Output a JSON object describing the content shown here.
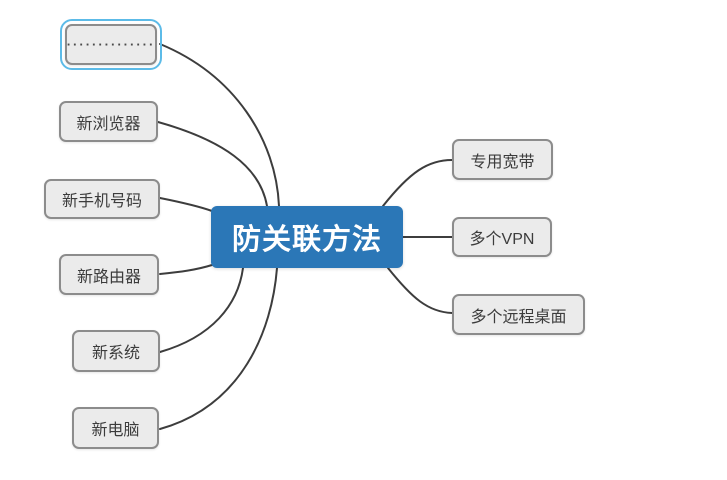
{
  "diagram": {
    "type": "mindmap",
    "center": {
      "label": "防关联方法"
    },
    "left_nodes": [
      {
        "label": "··············",
        "selected": true
      },
      {
        "label": "新浏览器",
        "selected": false
      },
      {
        "label": "新手机号码",
        "selected": false
      },
      {
        "label": "新路由器",
        "selected": false
      },
      {
        "label": "新系统",
        "selected": false
      },
      {
        "label": "新电脑",
        "selected": false
      }
    ],
    "right_nodes": [
      {
        "label": "专用宽带",
        "selected": false
      },
      {
        "label": "多个VPN",
        "selected": false
      },
      {
        "label": "多个远程桌面",
        "selected": false
      }
    ],
    "colors": {
      "center_bg": "#2b77b7",
      "center_text": "#ffffff",
      "node_bg": "#ebebeb",
      "node_border": "#8c8c8c",
      "node_text": "#3c3c3c",
      "connector": "#3d3d3d",
      "selection_outline": "#5cbbe8",
      "background": "#ffffff"
    }
  }
}
